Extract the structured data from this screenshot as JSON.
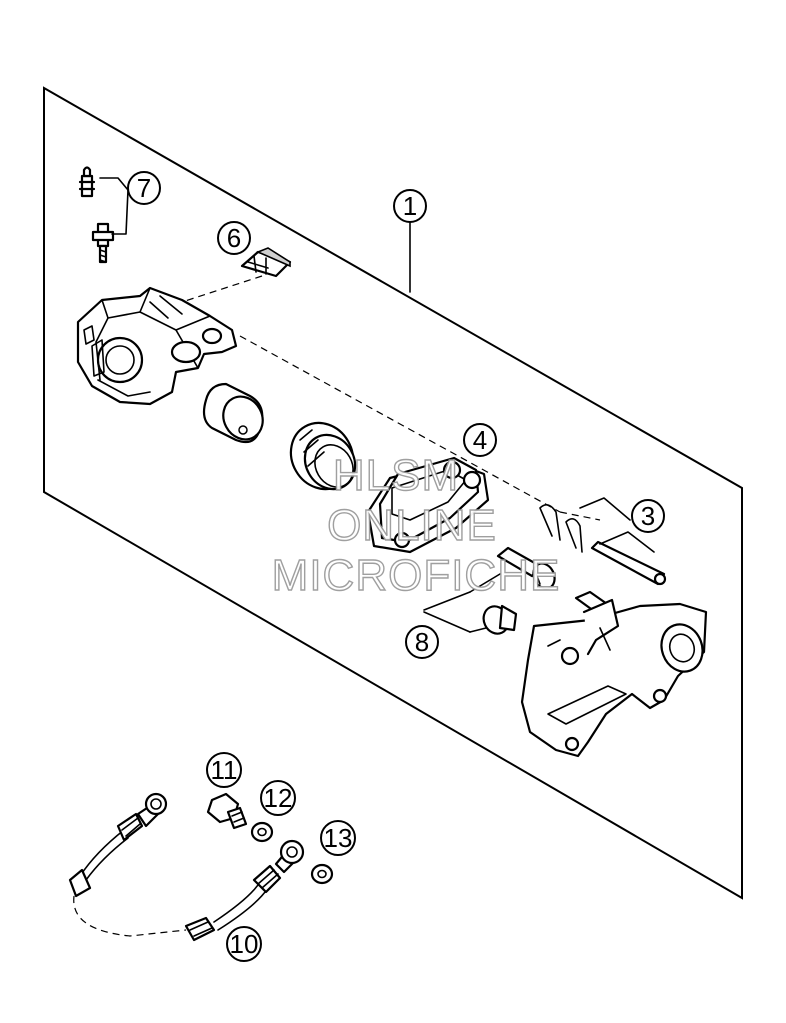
{
  "callouts": [
    {
      "id": "c1",
      "label": "1"
    },
    {
      "id": "c3",
      "label": "3"
    },
    {
      "id": "c4",
      "label": "4"
    },
    {
      "id": "c6",
      "label": "6"
    },
    {
      "id": "c7",
      "label": "7"
    },
    {
      "id": "c8",
      "label": "8"
    },
    {
      "id": "c10",
      "label": "10"
    },
    {
      "id": "c11",
      "label": "11"
    },
    {
      "id": "c12",
      "label": "12"
    },
    {
      "id": "c13",
      "label": "13"
    }
  ],
  "watermark": {
    "line1": "HLSM",
    "line2": "ONLINE",
    "line3": "MICROFICHE"
  }
}
